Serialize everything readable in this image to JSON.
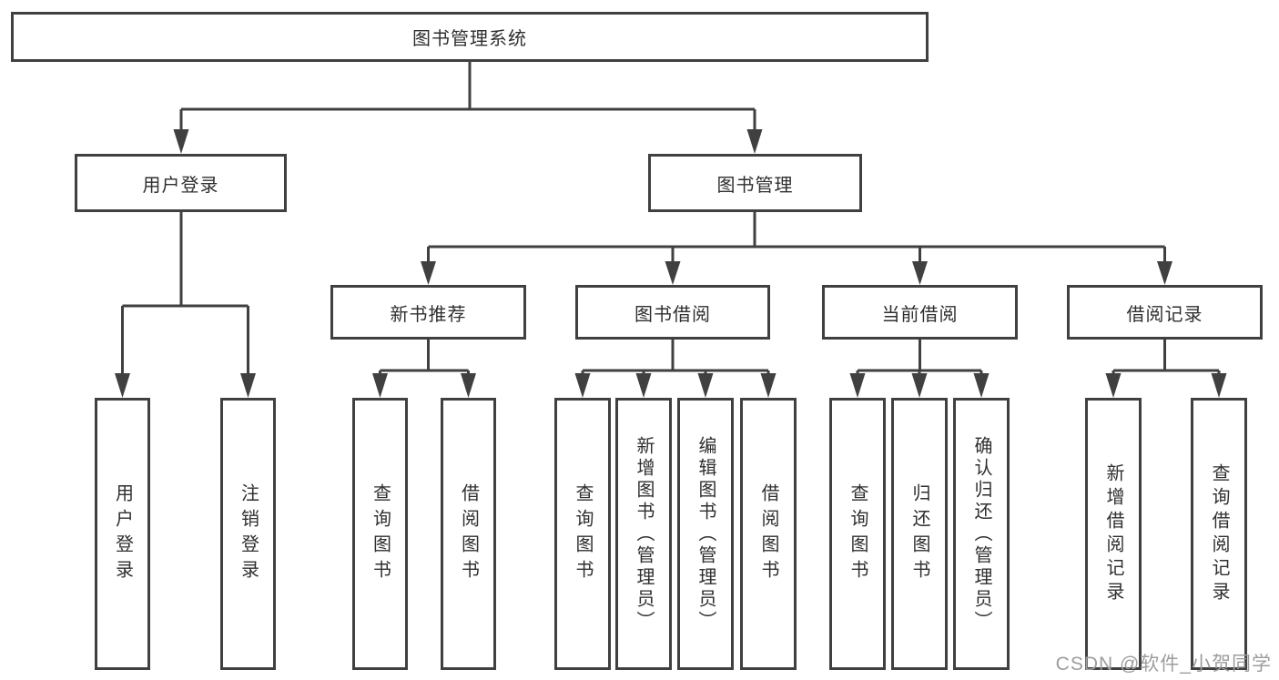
{
  "diagram": {
    "tree": {
      "label": "图书管理系统",
      "children": [
        {
          "label": "用户登录",
          "children": [
            {
              "label": "用户登录"
            },
            {
              "label": "注销登录"
            }
          ]
        },
        {
          "label": "图书管理",
          "children": [
            {
              "label": "新书推荐",
              "children": [
                {
                  "label": "查询图书"
                },
                {
                  "label": "借阅图书"
                }
              ]
            },
            {
              "label": "图书借阅",
              "children": [
                {
                  "label": "查询图书"
                },
                {
                  "label": "新增图书（管理员）"
                },
                {
                  "label": "编辑图书（管理员）"
                },
                {
                  "label": "借阅图书"
                }
              ]
            },
            {
              "label": "当前借阅",
              "children": [
                {
                  "label": "查询图书"
                },
                {
                  "label": "归还图书"
                },
                {
                  "label": "确认归还（管理员）"
                }
              ]
            },
            {
              "label": "借阅记录",
              "children": [
                {
                  "label": "新增借阅记录"
                },
                {
                  "label": "查询借阅记录"
                }
              ]
            }
          ]
        }
      ]
    }
  },
  "watermark": {
    "text": "CSDN @软件_小贺同学"
  },
  "colors": {
    "line": "#404040",
    "box_border": "#404040",
    "box_fill": "#ffffff",
    "text": "#2f2f2f",
    "watermark": "#9d9d9d",
    "background": "#ffffff"
  }
}
